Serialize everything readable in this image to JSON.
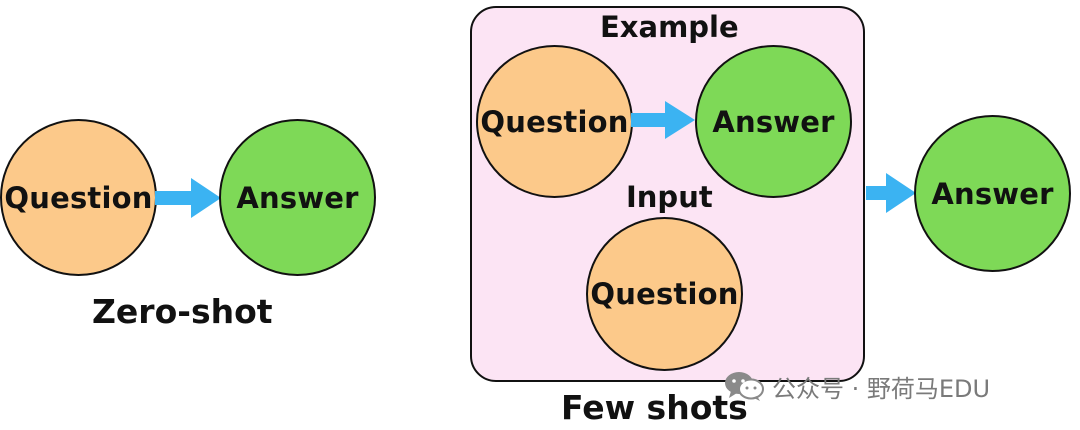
{
  "colors": {
    "question_fill": "#FCC98A",
    "answer_fill": "#7ED957",
    "arrow": "#3BB3F2",
    "box_fill": "#FCE4F4",
    "outline": "#111111",
    "watermark": "#7A7A7A"
  },
  "zero_shot": {
    "question": "Question",
    "answer": "Answer",
    "caption": "Zero-shot"
  },
  "few_shot": {
    "example_heading": "Example",
    "example_question": "Question",
    "example_answer": "Answer",
    "input_heading": "Input",
    "input_question": "Question",
    "output_answer": "Answer",
    "caption": "Few shots"
  },
  "watermark": {
    "icon": "wechat-icon",
    "text": "公众号 · 野荷马EDU"
  }
}
